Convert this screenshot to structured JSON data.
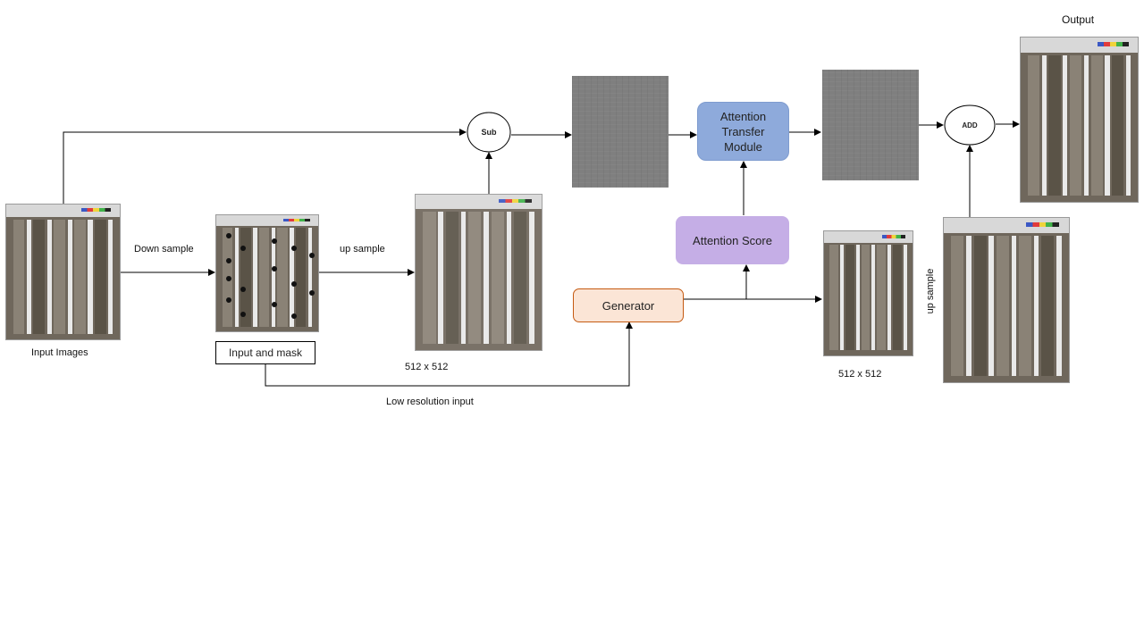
{
  "labels": {
    "output": "Output",
    "input_images": "Input Images",
    "down_sample": "Down sample",
    "up_sample_1": "up sample",
    "up_sample_2": "up sample",
    "size_1": "512 x 512",
    "size_2": "512 x 512",
    "low_res": "Low resolution input"
  },
  "nodes": {
    "sub": "Sub",
    "add": "ADD",
    "input_mask": "Input and mask",
    "generator": "Generator",
    "attention_score": "Attention Score",
    "attention_transfer_line1": "Attention",
    "attention_transfer_line2": "Transfer",
    "attention_transfer_line3": "Module"
  },
  "colors": {
    "attention_transfer": "#8eaadb",
    "attention_score": "#c5aee6",
    "generator": "#fbe5d6",
    "generator_border": "#c55a11",
    "arrow": "#000000"
  }
}
